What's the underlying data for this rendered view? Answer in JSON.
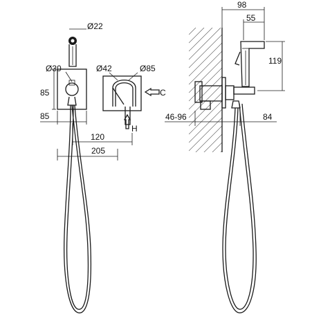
{
  "dimensions": {
    "d22": "Ø22",
    "d30": "Ø30",
    "d42": "Ø42",
    "d85": "Ø85",
    "h85": "85",
    "w85": "85",
    "w120": "120",
    "w205": "205",
    "w98": "98",
    "w55": "55",
    "h119": "119",
    "r4696": "46-96",
    "w84": "84"
  },
  "inlets": {
    "cold": "C",
    "hot": "H"
  }
}
